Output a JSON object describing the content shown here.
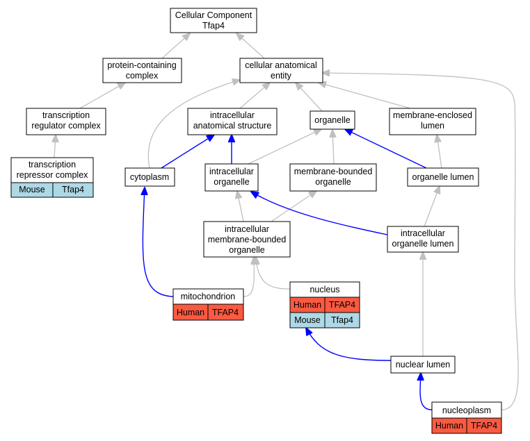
{
  "nodes": {
    "root": {
      "line1": "Cellular Component",
      "line2": "Tfap4"
    },
    "protein_complex": {
      "line1": "protein-containing",
      "line2": "complex"
    },
    "cellular_entity": {
      "line1": "cellular anatomical",
      "line2": "entity"
    },
    "transcription_regulator": {
      "line1": "transcription",
      "line2": "regulator complex"
    },
    "intracellular_structure": {
      "line1": "intracellular",
      "line2": "anatomical structure"
    },
    "organelle": {
      "line1": "organelle"
    },
    "membrane_enclosed_lumen": {
      "line1": "membrane-enclosed",
      "line2": "lumen"
    },
    "transcription_repressor": {
      "line1": "transcription",
      "line2": "repressor complex",
      "species": "Mouse",
      "gene": "Tfap4"
    },
    "cytoplasm": {
      "line1": "cytoplasm"
    },
    "intracellular_organelle": {
      "line1": "intracellular",
      "line2": "organelle"
    },
    "membrane_bounded_organelle": {
      "line1": "membrane-bounded",
      "line2": "organelle"
    },
    "organelle_lumen": {
      "line1": "organelle lumen"
    },
    "intracellular_membrane_bounded": {
      "line1": "intracellular",
      "line2": "membrane-bounded",
      "line3": "organelle"
    },
    "intracellular_organelle_lumen": {
      "line1": "intracellular",
      "line2": "organelle lumen"
    },
    "mitochondrion": {
      "line1": "mitochondrion",
      "species": "Human",
      "gene": "TFAP4"
    },
    "nucleus": {
      "line1": "nucleus",
      "species1": "Human",
      "gene1": "TFAP4",
      "species2": "Mouse",
      "gene2": "Tfap4"
    },
    "nuclear_lumen": {
      "line1": "nuclear lumen"
    },
    "nucleoplasm": {
      "line1": "nucleoplasm",
      "species": "Human",
      "gene": "TFAP4"
    }
  },
  "colors": {
    "human_cell": "#fa5a41",
    "mouse_cell": "#add8e6",
    "is_a_edge": "#c0c0c0",
    "part_of_edge": "#0000ff"
  }
}
